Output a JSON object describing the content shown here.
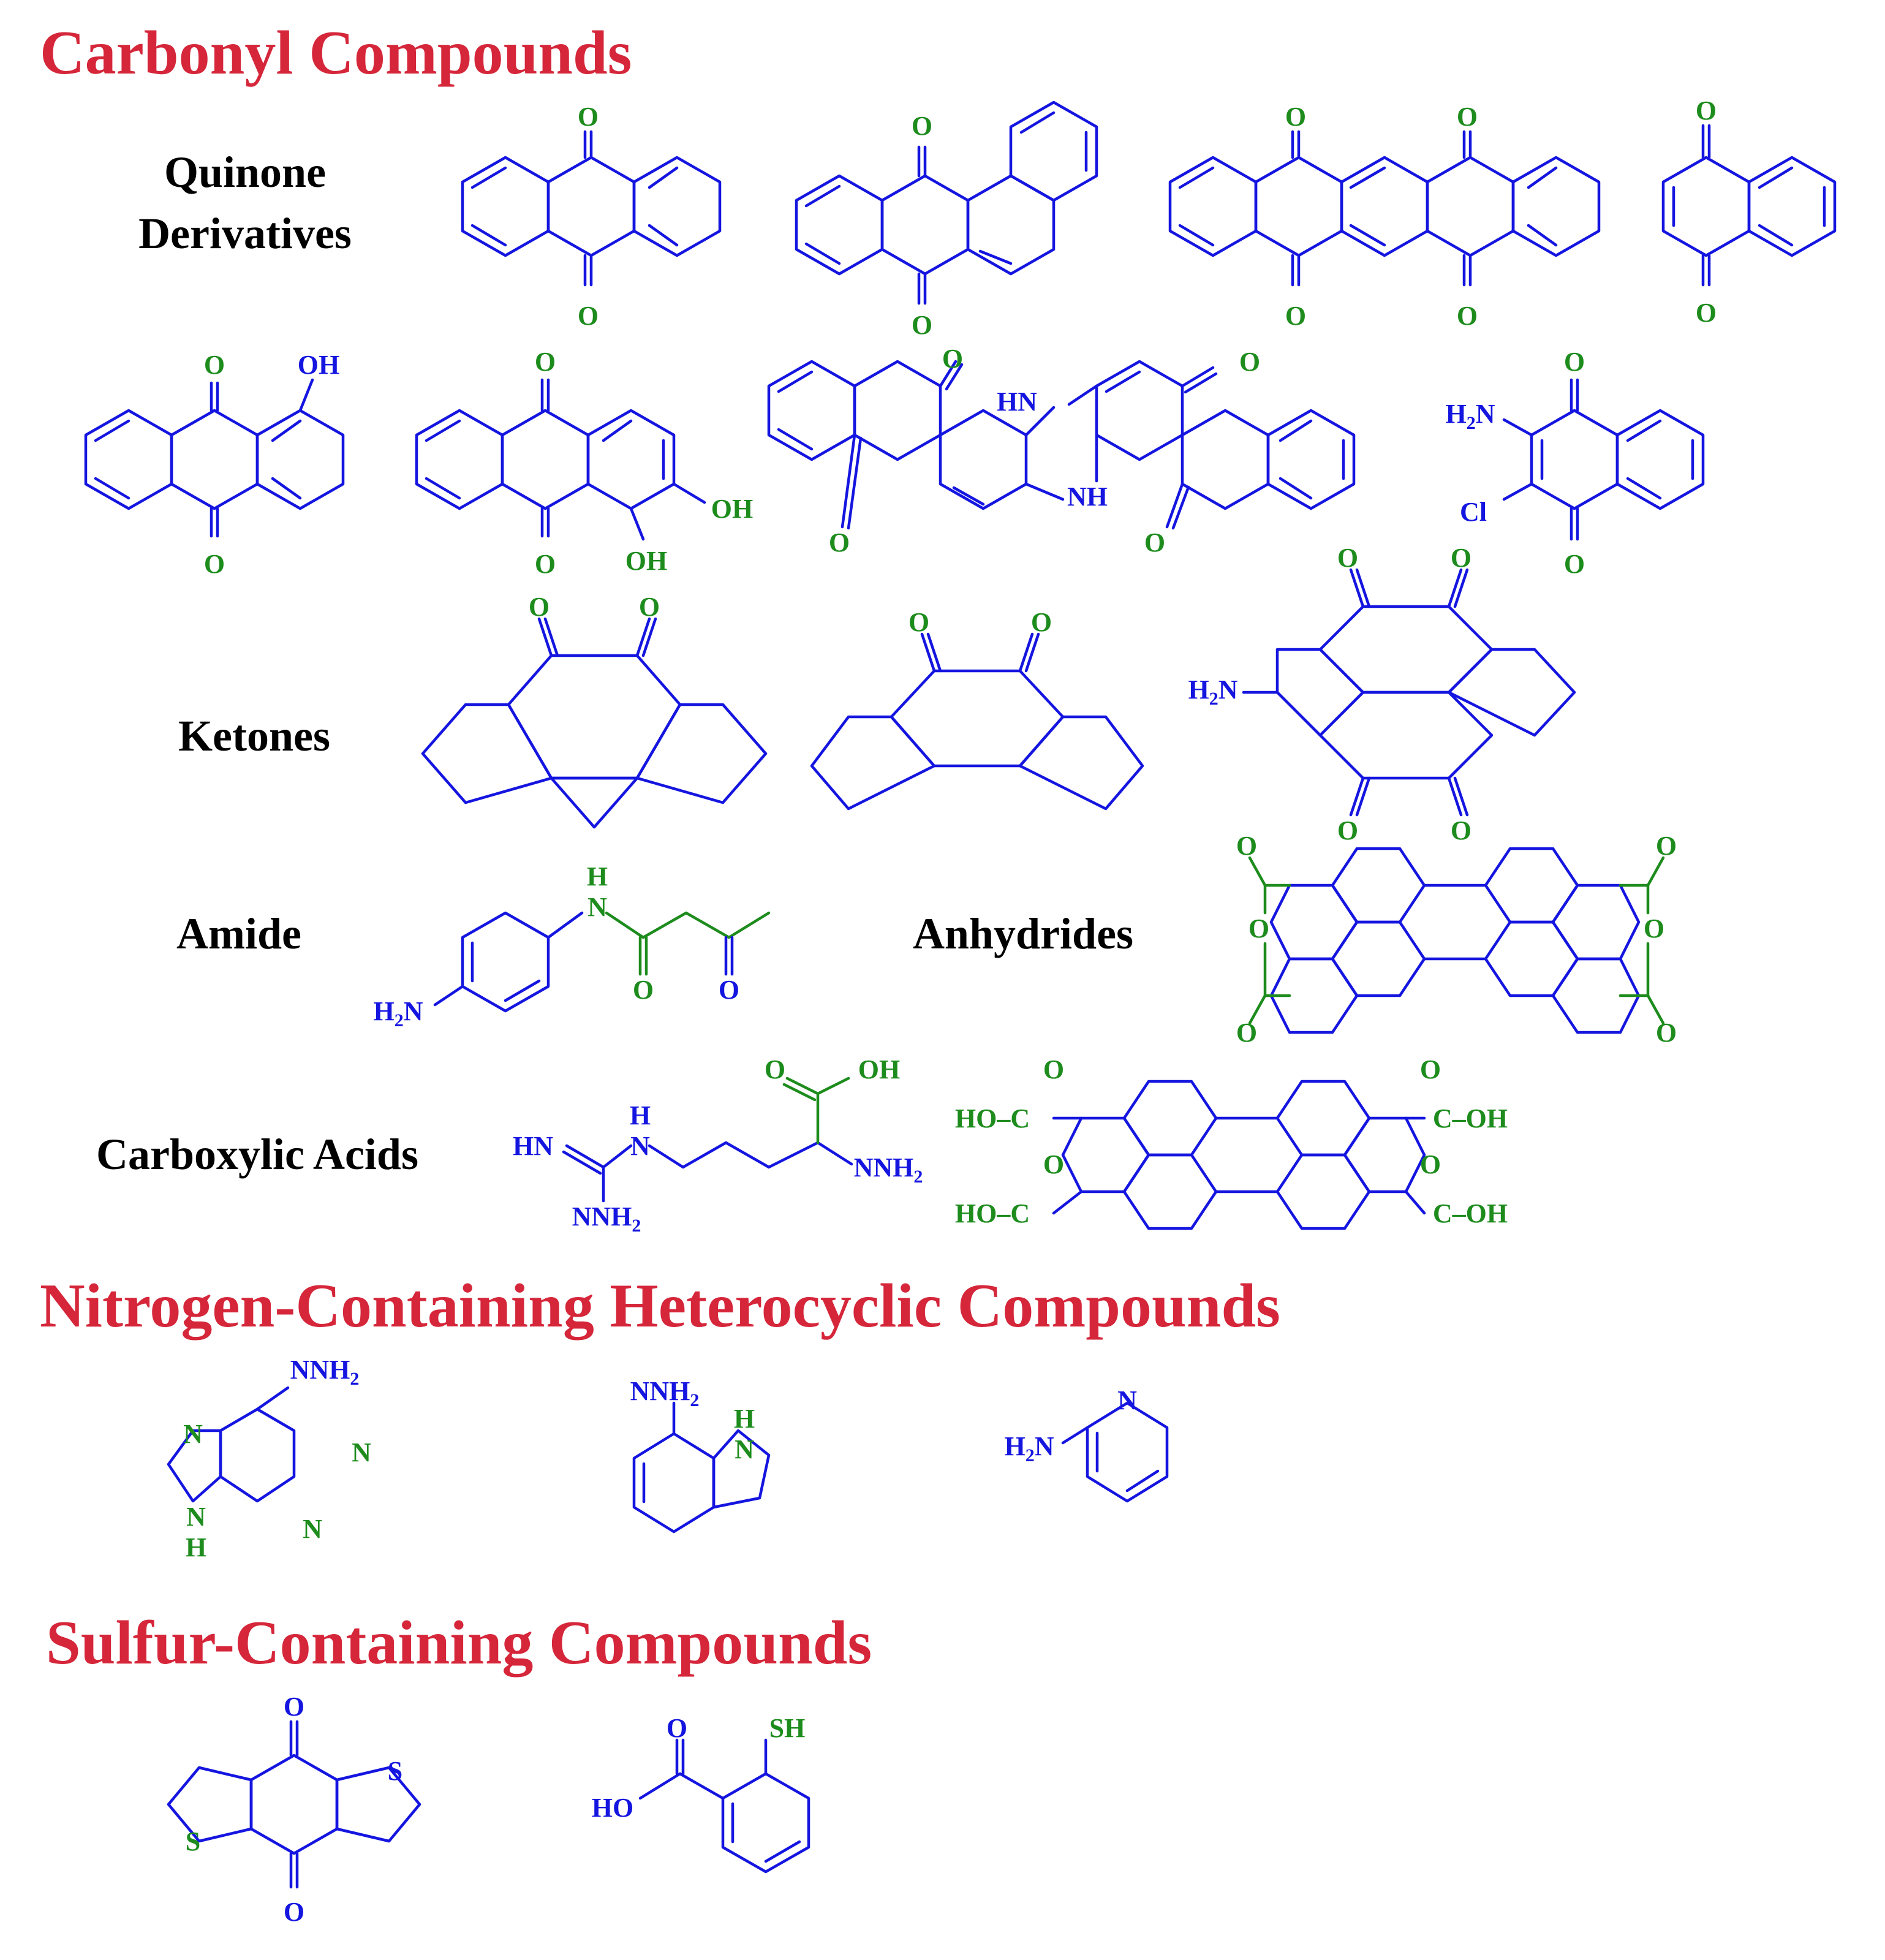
{
  "colors": {
    "section_title": "#d5263a",
    "bonds": "#1515e0",
    "oxygen_atoms": "#1d8c1d",
    "nitrogen_atoms": "#1515e0"
  },
  "sections": {
    "carbonyl": "Carbonyl Compounds",
    "nitrogen": "Nitrogen-Containing Heterocyclic Compounds",
    "sulfur": "Sulfur-Containing Compounds"
  },
  "classes": {
    "quinone_line1": "Quinone",
    "quinone_line2": "Derivatives",
    "ketones": "Ketones",
    "amide": "Amide",
    "anhydrides": "Anhydrides",
    "carboxylic_acids": "Carboxylic Acids"
  },
  "atoms": {
    "O": "O",
    "OH": "OH",
    "HO": "HO",
    "NH": "NH",
    "HN": "HN",
    "H": "H",
    "N": "N",
    "S": "S",
    "SH": "SH",
    "Cl": "Cl",
    "C": "C",
    "NH2": "NH",
    "H2N": "H",
    "sub2": "2"
  }
}
